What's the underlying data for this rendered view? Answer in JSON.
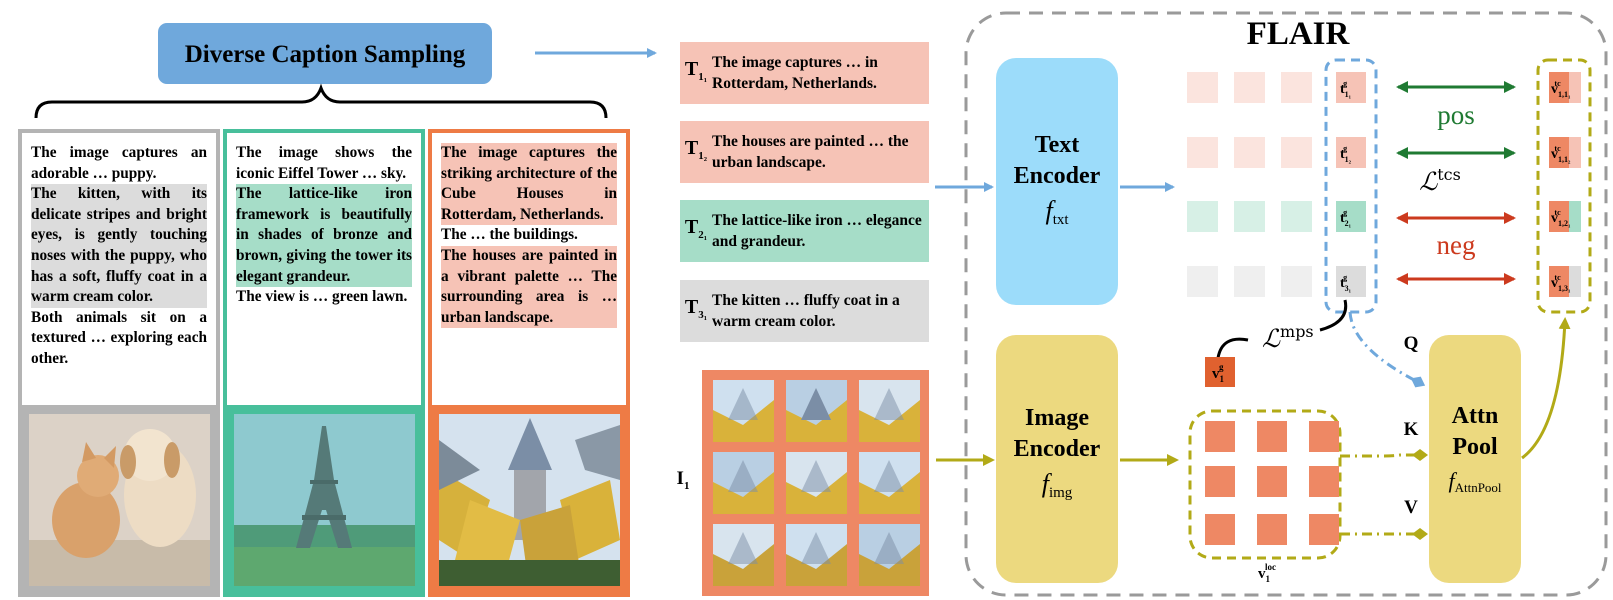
{
  "sampling_title": "Diverse Caption Sampling",
  "captions_long": [
    {
      "segments": [
        {
          "text": "The image captures an adorable … puppy.",
          "hl": ""
        },
        {
          "text": "The kitten, with its delicate stripes and bright eyes, is gently touching noses with the puppy, who has a soft, fluffy coat in a warm cream color.",
          "hl": "gray"
        },
        {
          "text": "Both animals sit on a textured … exploring each other.",
          "hl": ""
        }
      ]
    },
    {
      "segments": [
        {
          "text": "The image shows the iconic Eiffel Tower … sky.",
          "hl": ""
        },
        {
          "text": "The lattice-like iron framework is beautifully in shades of bronze and brown, giving the tower its elegant grandeur.",
          "hl": "green"
        },
        {
          "text": "The view is … green lawn.",
          "hl": ""
        }
      ]
    },
    {
      "segments": [
        {
          "text": "The image captures the striking architecture of the Cube Houses in Rotterdam, Netherlands.",
          "hl": "red"
        },
        {
          "text": "The … the buildings.",
          "hl": ""
        },
        {
          "text": "The houses are painted in a vibrant palette … The surrounding area is … urban landscape.",
          "hl": "red"
        }
      ]
    }
  ],
  "sampled_captions": [
    {
      "symbol": "T",
      "sub": "1₁",
      "text": "The image captures … in Rotterdam, Netherlands.",
      "color": "#f6c3b6"
    },
    {
      "symbol": "T",
      "sub": "1₂",
      "text": "The houses are painted … the urban landscape.",
      "color": "#f6c3b6"
    },
    {
      "symbol": "T",
      "sub": "2₁",
      "text": "The lattice-like iron … elegance and grandeur.",
      "color": "#a6ddc8"
    },
    {
      "symbol": "T",
      "sub": "3₁",
      "text": "The kitten … fluffy coat in a warm cream color.",
      "color": "#dcdcdc"
    }
  ],
  "image_label": "I",
  "image_label_sub": "1",
  "flair_title": "FLAIR",
  "text_encoder": {
    "line1": "Text",
    "line2": "Encoder",
    "fn": "f",
    "fn_sub": "txt",
    "color": "#9cdcfa"
  },
  "image_encoder": {
    "line1": "Image",
    "line2": "Encoder",
    "fn": "f",
    "fn_sub": "img",
    "color": "#ecd97f"
  },
  "attn_pool": {
    "line1": "Attn",
    "line2": "Pool",
    "fn": "f",
    "fn_sub": "AttnPool",
    "color": "#ecd97f"
  },
  "text_tokens": [
    {
      "sup": "g",
      "sub": "1₁",
      "color": "#f6c3b6"
    },
    {
      "sup": "g",
      "sub": "1₂",
      "color": "#f6c3b6"
    },
    {
      "sup": "g",
      "sub": "2₁",
      "color": "#a6ddc8"
    },
    {
      "sup": "g",
      "sub": "3₁",
      "color": "#dcdcdc"
    }
  ],
  "visual_tokens": [
    {
      "sup": "tc",
      "sub": "1,1₁",
      "accent": "#f6c3b6"
    },
    {
      "sup": "tc",
      "sub": "1,1₂",
      "accent": "#f6c3b6"
    },
    {
      "sup": "tc",
      "sub": "1,2₁",
      "accent": "#a6ddc8"
    },
    {
      "sup": "tc",
      "sub": "1,3₁",
      "accent": "#dcdcdc"
    }
  ],
  "pos_label": "pos",
  "neg_label": "neg",
  "tcs_loss": {
    "sym": "ℒ",
    "sup": "tcs"
  },
  "mps_loss": {
    "sym": "ℒ",
    "sup": "mps"
  },
  "global_token": {
    "sym": "v",
    "sup": "g",
    "sub": "1"
  },
  "local_tokens": {
    "sym": "v",
    "sup": "loc",
    "sub": "1"
  },
  "qkv": [
    "Q",
    "K",
    "V"
  ],
  "colors": {
    "blue_arrow": "#6fa8dc",
    "olive": "#b2aa17",
    "green": "#1f7a32",
    "red": "#cc3a1e",
    "patch": "#ee8864",
    "dark_patch": "#e0612f",
    "gray_border": "#b4b4b4",
    "green_border": "#48bf9b",
    "orange_border": "#ee7b45"
  }
}
